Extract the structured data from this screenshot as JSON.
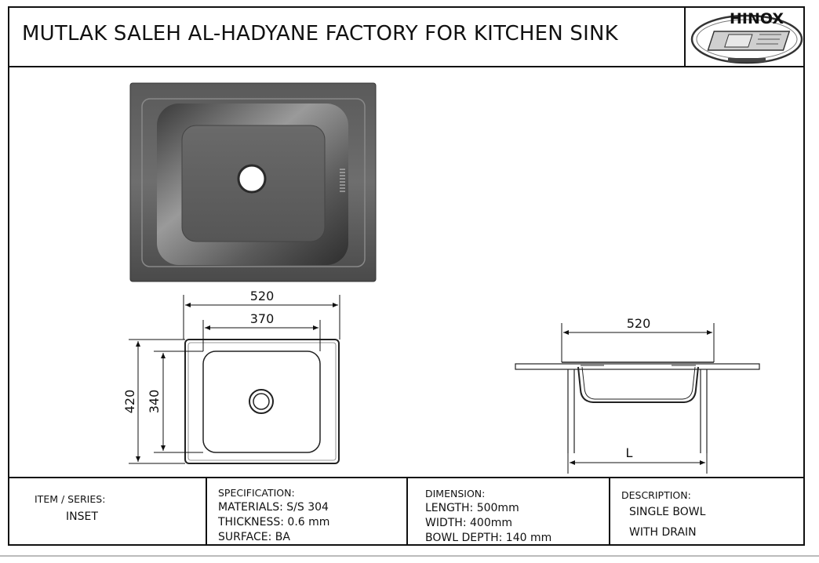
{
  "header": {
    "title": "MUTLAK SALEH AL-HADYANE FACTORY FOR KITCHEN SINK",
    "logo_text": "HINOX"
  },
  "drawing": {
    "top_view_dims": {
      "overall_width": "520",
      "bowl_width": "370",
      "overall_height": "420",
      "bowl_height": "340"
    },
    "side_view_dims": {
      "overall_width": "520",
      "length_label": "L"
    }
  },
  "info_table": {
    "item": {
      "heading": "ITEM / SERIES:",
      "value": "INSET"
    },
    "specification": {
      "heading": "SPECIFICATION:",
      "lines": [
        "MATERIALS: S/S 304",
        "THICKNESS:  0.6 mm",
        "SURFACE: BA"
      ]
    },
    "dimension": {
      "heading": "DIMENSION:",
      "lines": [
        "LENGTH:  500mm",
        "WIDTH:  400mm",
        "BOWL DEPTH:  140 mm"
      ]
    },
    "description": {
      "heading": "DESCRIPTION:",
      "lines": [
        "SINGLE BOWL",
        "WITH DRAIN"
      ]
    }
  }
}
